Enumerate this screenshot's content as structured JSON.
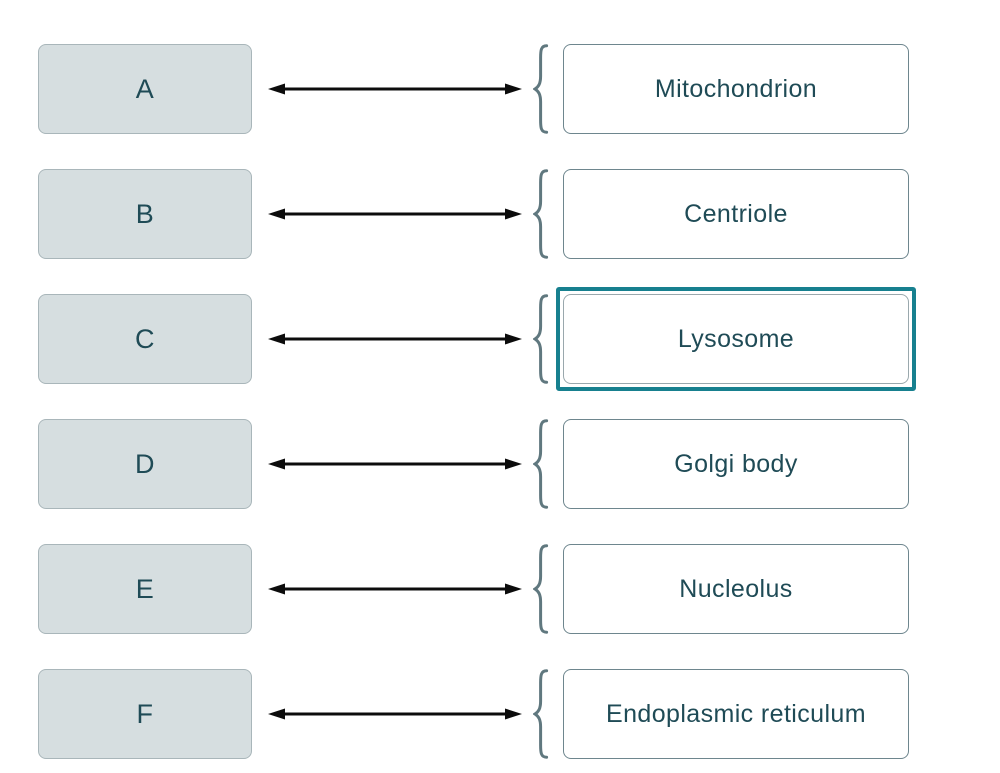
{
  "exercise": {
    "kind": "matching-question",
    "left_column_role": "diagram letters",
    "right_column_role": "organelle names"
  },
  "rows": [
    {
      "letter": "A",
      "answer": "Mitochondrion",
      "selected": false
    },
    {
      "letter": "B",
      "answer": "Centriole",
      "selected": false
    },
    {
      "letter": "C",
      "answer": "Lysosome",
      "selected": true
    },
    {
      "letter": "D",
      "answer": "Golgi body",
      "selected": false
    },
    {
      "letter": "E",
      "answer": "Nucleolus",
      "selected": false
    },
    {
      "letter": "F",
      "answer": "Endoplasmic reticulum",
      "selected": false
    }
  ],
  "icons": {
    "arrow": "double-headed-arrow-icon",
    "brace": "left-curly-brace-icon"
  },
  "colors": {
    "background": "#ffffff",
    "letter_box_fill": "#d6dee0",
    "letter_box_border": "#a9b6ba",
    "answer_box_border": "#6e868e",
    "selected_outline": "#17808f",
    "text": "#1f4b56",
    "brace": "#60787f",
    "arrow": "#0c0c0c"
  }
}
